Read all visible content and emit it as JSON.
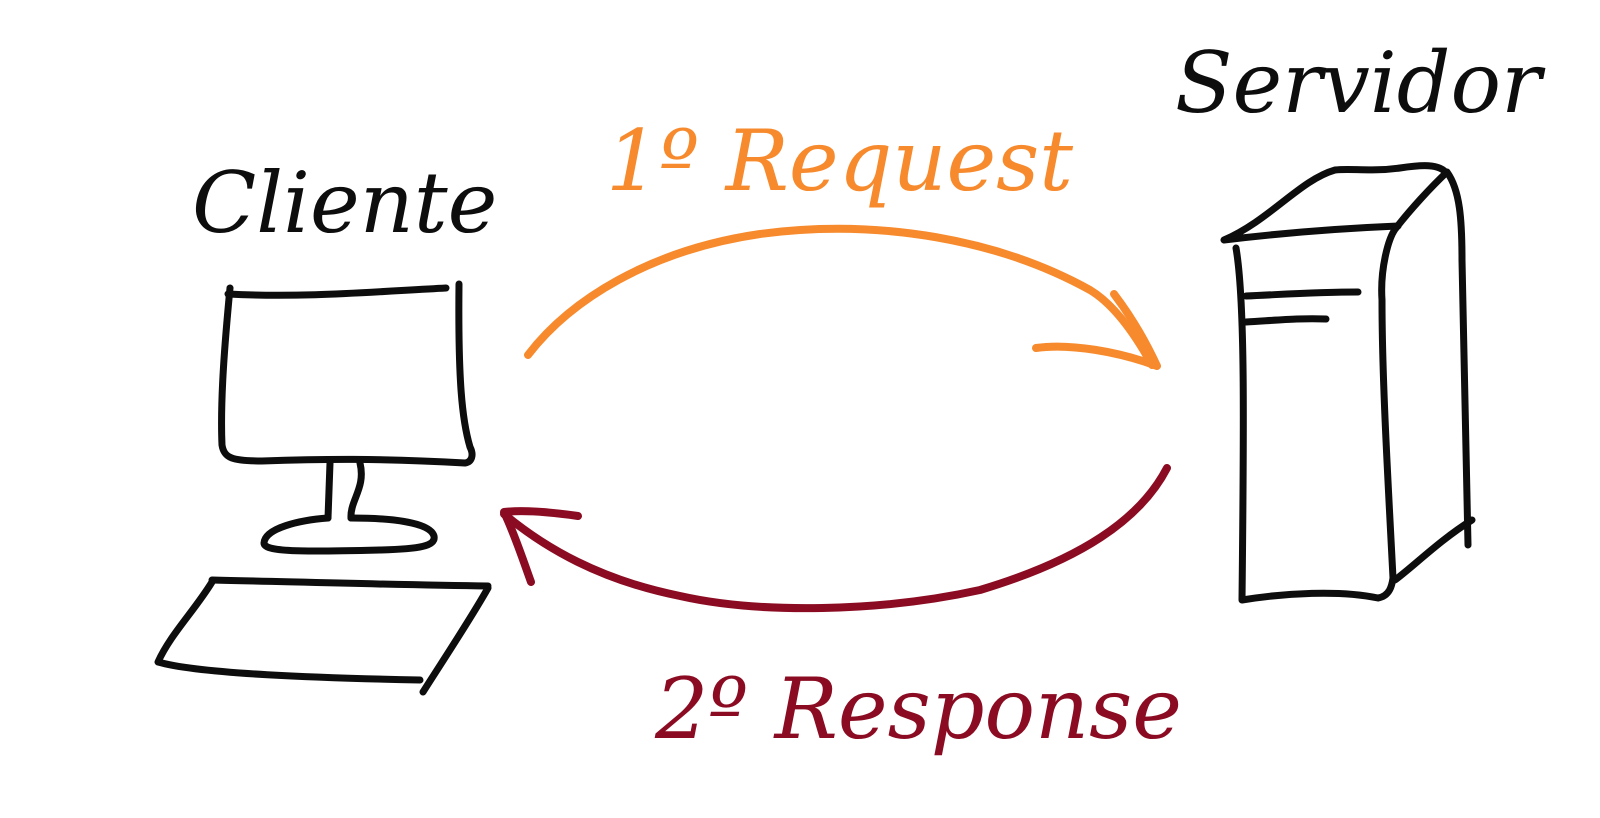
{
  "nodes": {
    "client": {
      "label": "Cliente"
    },
    "server": {
      "label": "Servidor"
    }
  },
  "edges": {
    "request": {
      "label": "1º Request",
      "color": "#f78a2d"
    },
    "response": {
      "label": "2º Response",
      "color": "#8b0c22"
    }
  },
  "colors": {
    "ink": "#0d0d0d",
    "background": "#ffffff"
  }
}
